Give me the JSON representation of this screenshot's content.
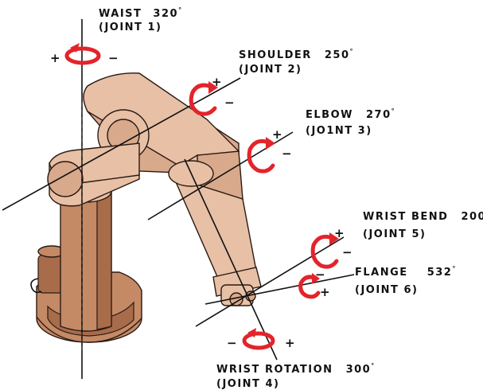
{
  "joints": [
    {
      "id": "waist",
      "name": "WAIST",
      "angle": "320",
      "joint": "(JOINT 1)",
      "plus": "+",
      "minus": "−"
    },
    {
      "id": "shoulder",
      "name": "SHOULDER",
      "angle": "250",
      "joint": "(JOINT 2)",
      "plus": "+",
      "minus": "−"
    },
    {
      "id": "elbow",
      "name": "ELBOW",
      "angle": "270",
      "joint": "(JO1NT 3)",
      "plus": "+",
      "minus": "−"
    },
    {
      "id": "wrist-bend",
      "name": "WRIST BEND",
      "angle": "200",
      "joint": "(JOINT 5)",
      "plus": "+",
      "minus": "−"
    },
    {
      "id": "flange",
      "name": "FLANGE",
      "angle": "532",
      "joint": "(JOINT 6)",
      "plus": "+",
      "minus": "−"
    },
    {
      "id": "wrist-rotation",
      "name": "WRIST ROTATION",
      "angle": "300",
      "joint": "(JOINT 4)",
      "plus": "+",
      "minus": "−"
    }
  ],
  "degree_symbol": "°",
  "colors": {
    "arrow": "#e3242b",
    "robot_body": "#e7c0a6",
    "robot_base": "#c48a66",
    "line": "#111111"
  }
}
